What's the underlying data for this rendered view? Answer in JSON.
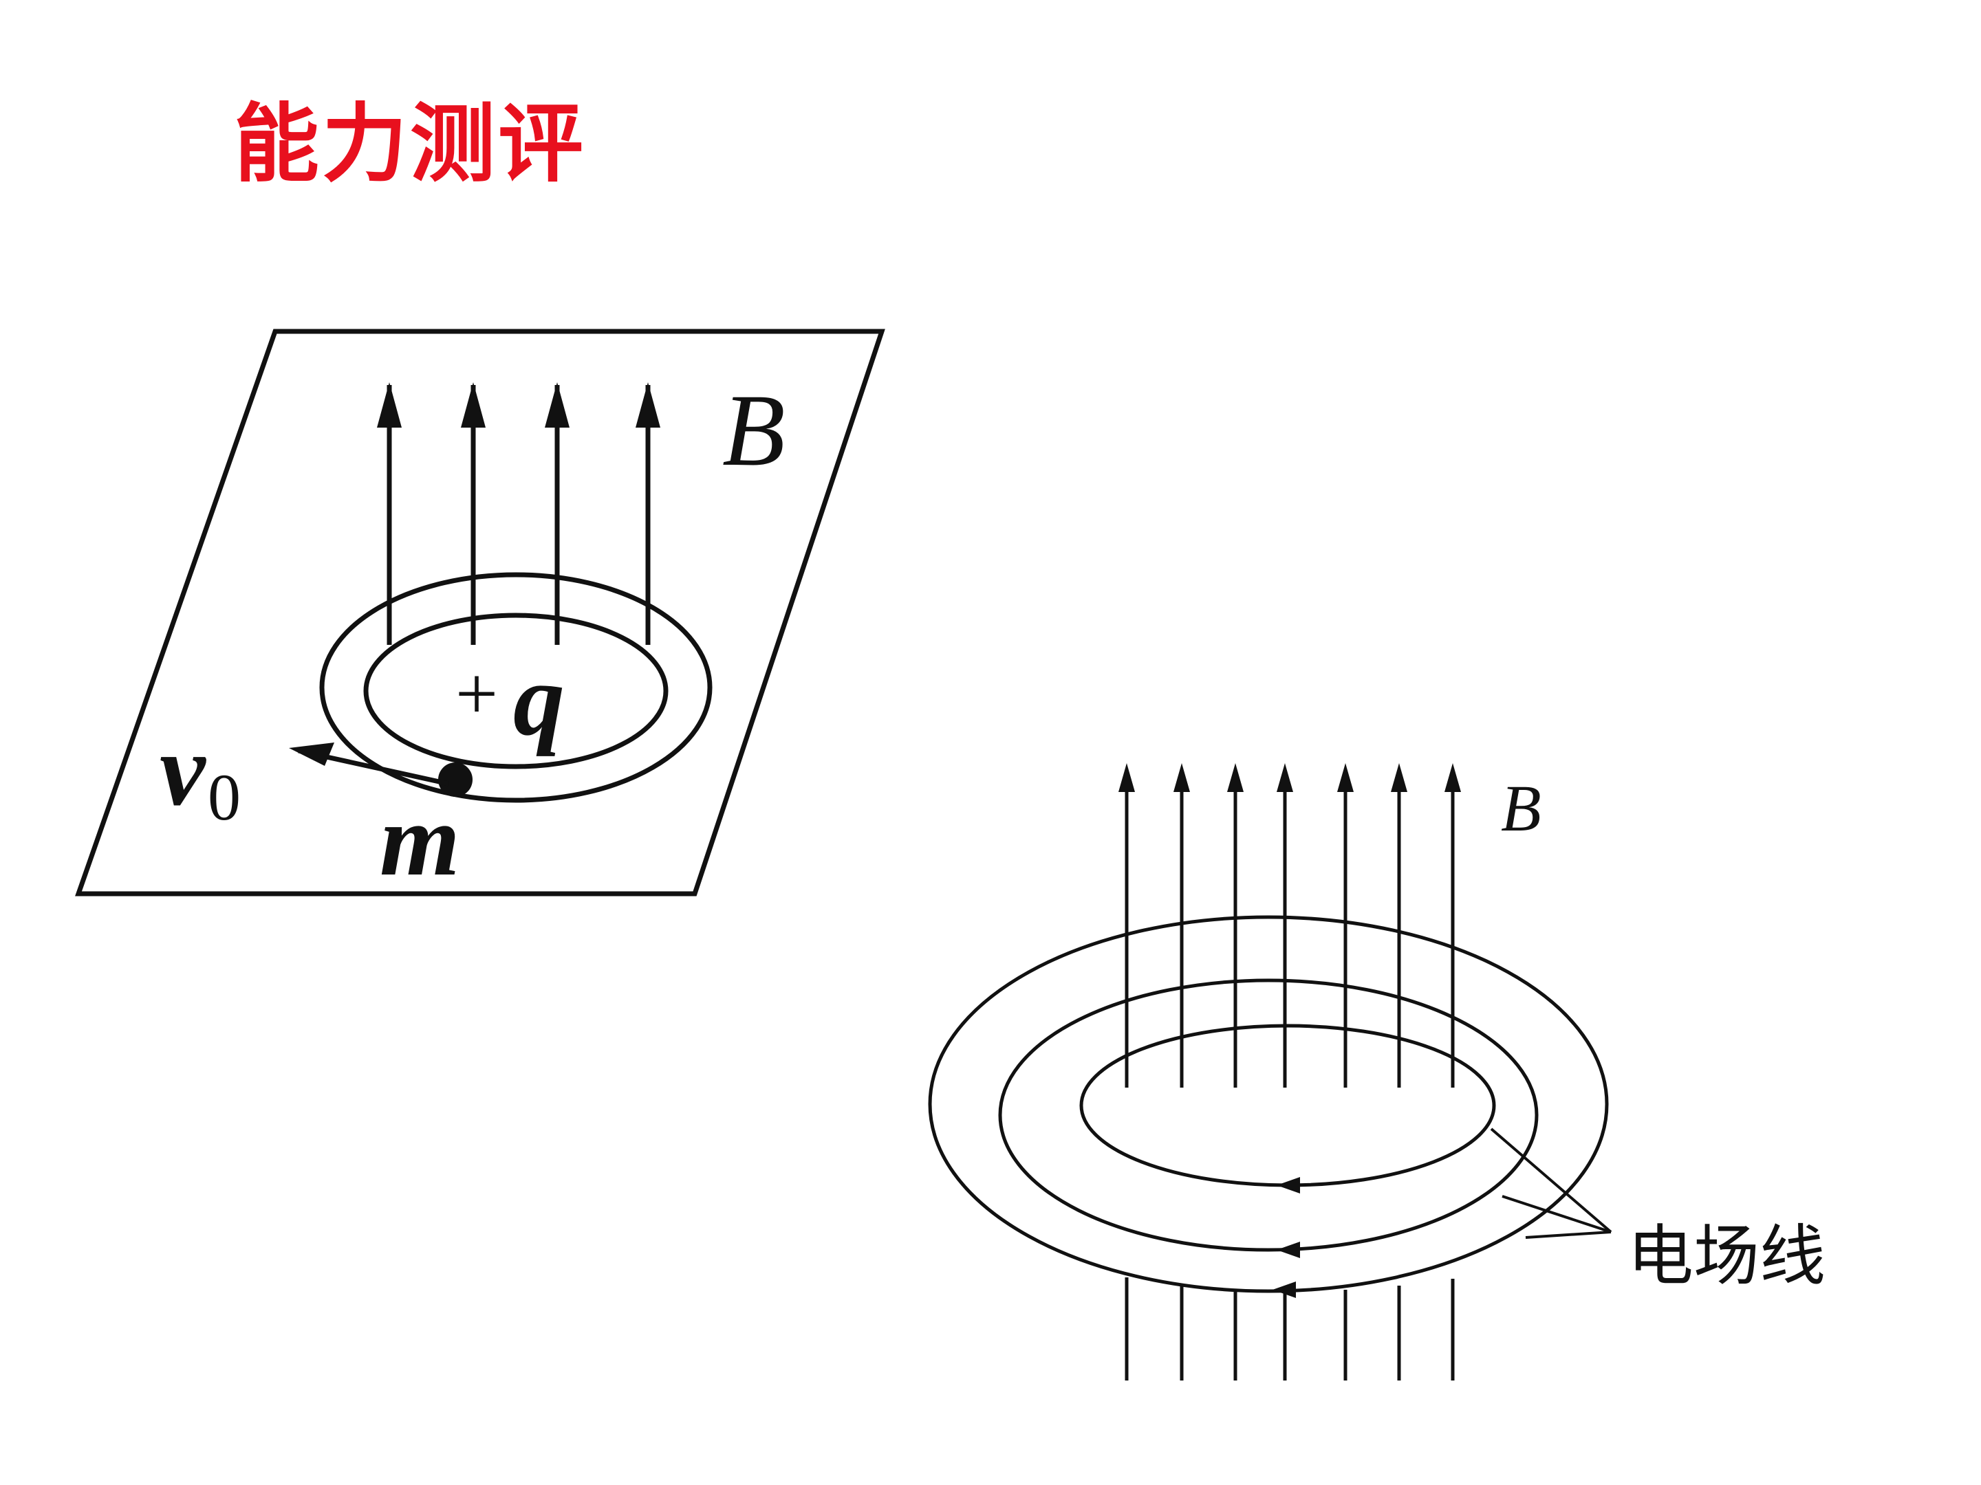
{
  "header": {
    "title": "能力测评",
    "title_color": "#e8101e"
  },
  "figure_left": {
    "field_label": "B",
    "charge_label_sign": "+",
    "charge_label_symbol": "q",
    "velocity_label_symbol": "v",
    "velocity_label_subscript": "0",
    "mass_label": "m"
  },
  "figure_right": {
    "field_label": "B",
    "callout_label": "电场线"
  },
  "colors": {
    "stroke": "#111111",
    "background": "#ffffff"
  }
}
